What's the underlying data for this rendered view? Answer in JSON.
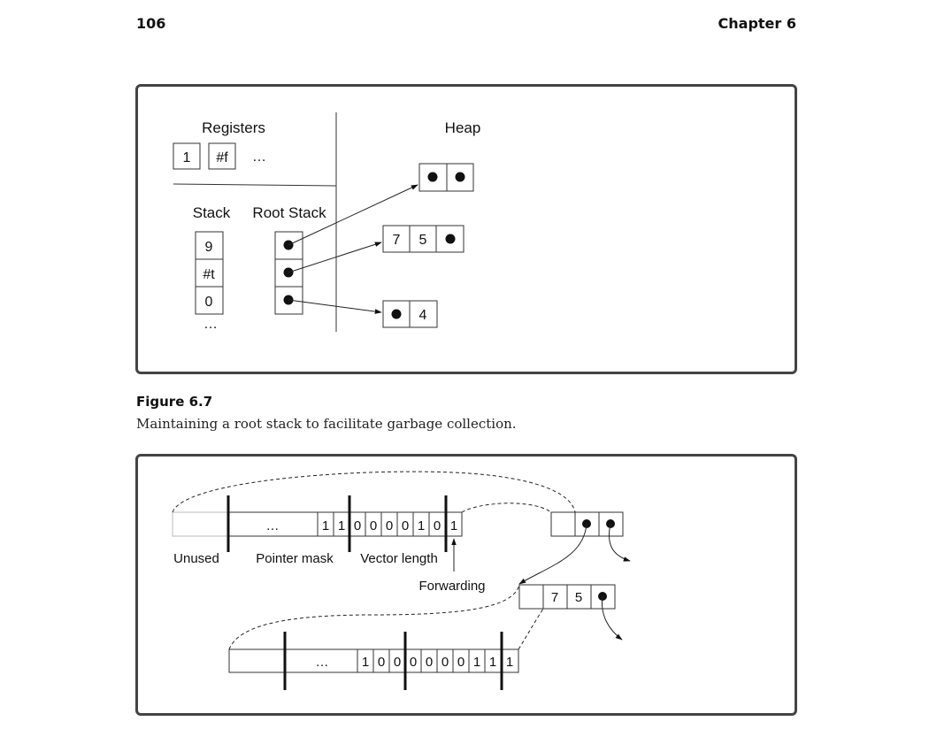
{
  "page": {
    "number": "106",
    "chapter": "Chapter 6"
  },
  "figure1": {
    "labels": {
      "registers": "Registers",
      "heap": "Heap",
      "stack": "Stack",
      "root_stack": "Root Stack"
    },
    "registers": [
      "1",
      "#f",
      "…"
    ],
    "stack": [
      "9",
      "#t",
      "0",
      "…"
    ],
    "heap_tuple_b": [
      "7",
      "5"
    ],
    "heap_tuple_c": [
      "4"
    ],
    "caption_title": "Figure 6.7",
    "caption_text": "Maintaining a root stack to facilitate garbage collection."
  },
  "figure2": {
    "ellipsis": "…",
    "tag1_bits": [
      "1",
      "1",
      "0",
      "0",
      "0",
      "0",
      "1",
      "0",
      "1"
    ],
    "tag2_bits": [
      "1",
      "0",
      "0",
      "0",
      "0",
      "0",
      "0",
      "1",
      "1",
      "1"
    ],
    "labels": {
      "unused": "Unused",
      "pointer_mask": "Pointer mask",
      "vector_length": "Vector length",
      "forwarding": "Forwarding"
    },
    "tuple_values": [
      "7",
      "5"
    ]
  }
}
